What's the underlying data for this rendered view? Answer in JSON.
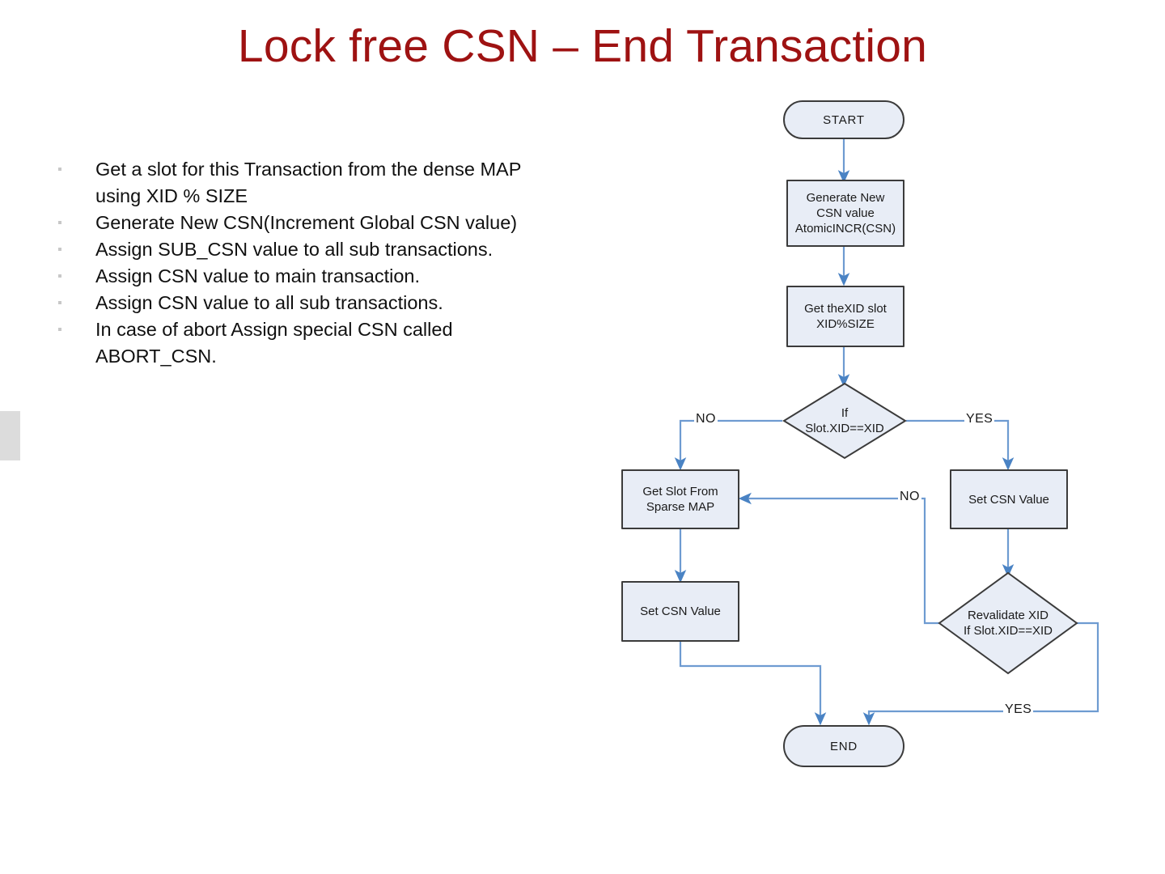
{
  "slide": {
    "title": "Lock free CSN – End Transaction",
    "title_color": "#9E1212",
    "background": "#ffffff"
  },
  "bullets": [
    {
      "text": "Get a slot for this Transaction from the dense MAP using XID % SIZE"
    },
    {
      "text": "Generate New CSN(Increment Global CSN value)"
    },
    {
      "text": "Assign SUB_CSN value to all sub transactions."
    },
    {
      "text": "Assign CSN value to main transaction."
    },
    {
      "text": "Assign CSN value to all sub transactions."
    },
    {
      "text": "In case of abort Assign special CSN called ABORT_CSN."
    }
  ],
  "flowchart": {
    "node_fill": "#e8edf6",
    "node_stroke": "#3b3b3b",
    "connector_color": "#6e9bd1",
    "nodes": {
      "start": {
        "label": "START",
        "shape": "terminator"
      },
      "generate_csn": {
        "label": "Generate New\nCSN value\nAtomicINCR(CSN)",
        "shape": "process"
      },
      "get_xid_slot": {
        "label": "Get theXID slot\nXID%SIZE",
        "shape": "process"
      },
      "decision_slot_xid": {
        "label": "If\nSlot.XID==XID",
        "shape": "decision"
      },
      "get_slot_sparse": {
        "label": "Get Slot From\nSparse MAP",
        "shape": "process"
      },
      "set_csn_right": {
        "label": "Set CSN Value",
        "shape": "process"
      },
      "set_csn_left": {
        "label": "Set CSN Value",
        "shape": "process"
      },
      "decision_revalidate": {
        "label": "Revalidate XID\nIf Slot.XID==XID",
        "shape": "decision"
      },
      "end": {
        "label": "END",
        "shape": "terminator"
      }
    },
    "edge_labels": {
      "no_left": "NO",
      "yes_right": "YES",
      "no_revalidate": "NO",
      "yes_revalidate": "YES"
    }
  },
  "left_edge_block": {
    "color": "#dcdcdc"
  }
}
